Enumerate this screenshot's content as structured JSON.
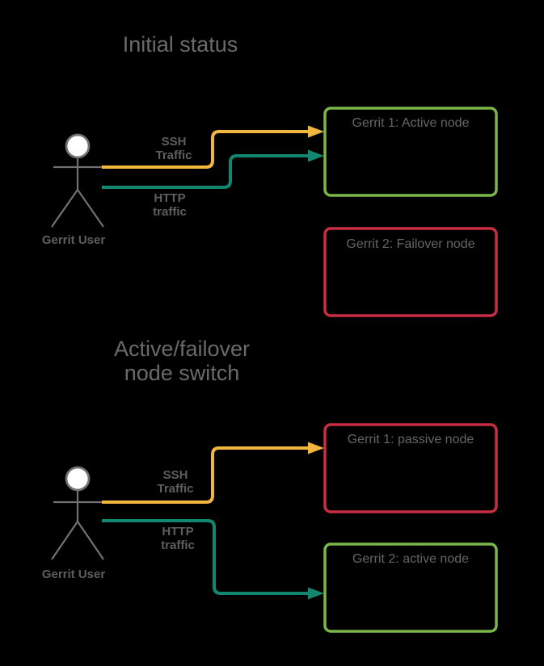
{
  "colors": {
    "background": "#000000",
    "title-text": "#6a6a6a",
    "label-text": "#656565",
    "bold-label-text": "#5e5e5e",
    "figure-stroke": "#717171",
    "head-fill": "#ffffff",
    "ssh-yellow": "#f2b63c",
    "http-teal": "#12876f",
    "active-green": "#7ab648",
    "failover-red": "#c92d43"
  },
  "sections": [
    {
      "title": "Initial status",
      "actor_label": "Gerrit User",
      "ssh_label": "SSH\nTraffic",
      "http_label": "HTTP\ntraffic",
      "nodes": [
        {
          "label": "Gerrit 1: Active node",
          "state": "active"
        },
        {
          "label": "Gerrit 2: Failover node",
          "state": "failover"
        }
      ]
    },
    {
      "title": "Active/failover\nnode switch",
      "actor_label": "Gerrit User",
      "ssh_label": "SSH\nTraffic",
      "http_label": "HTTP\ntraffic",
      "nodes": [
        {
          "label": "Gerrit 1: passive node",
          "state": "failover"
        },
        {
          "label": "Gerrit 2: active node",
          "state": "active"
        }
      ]
    }
  ]
}
